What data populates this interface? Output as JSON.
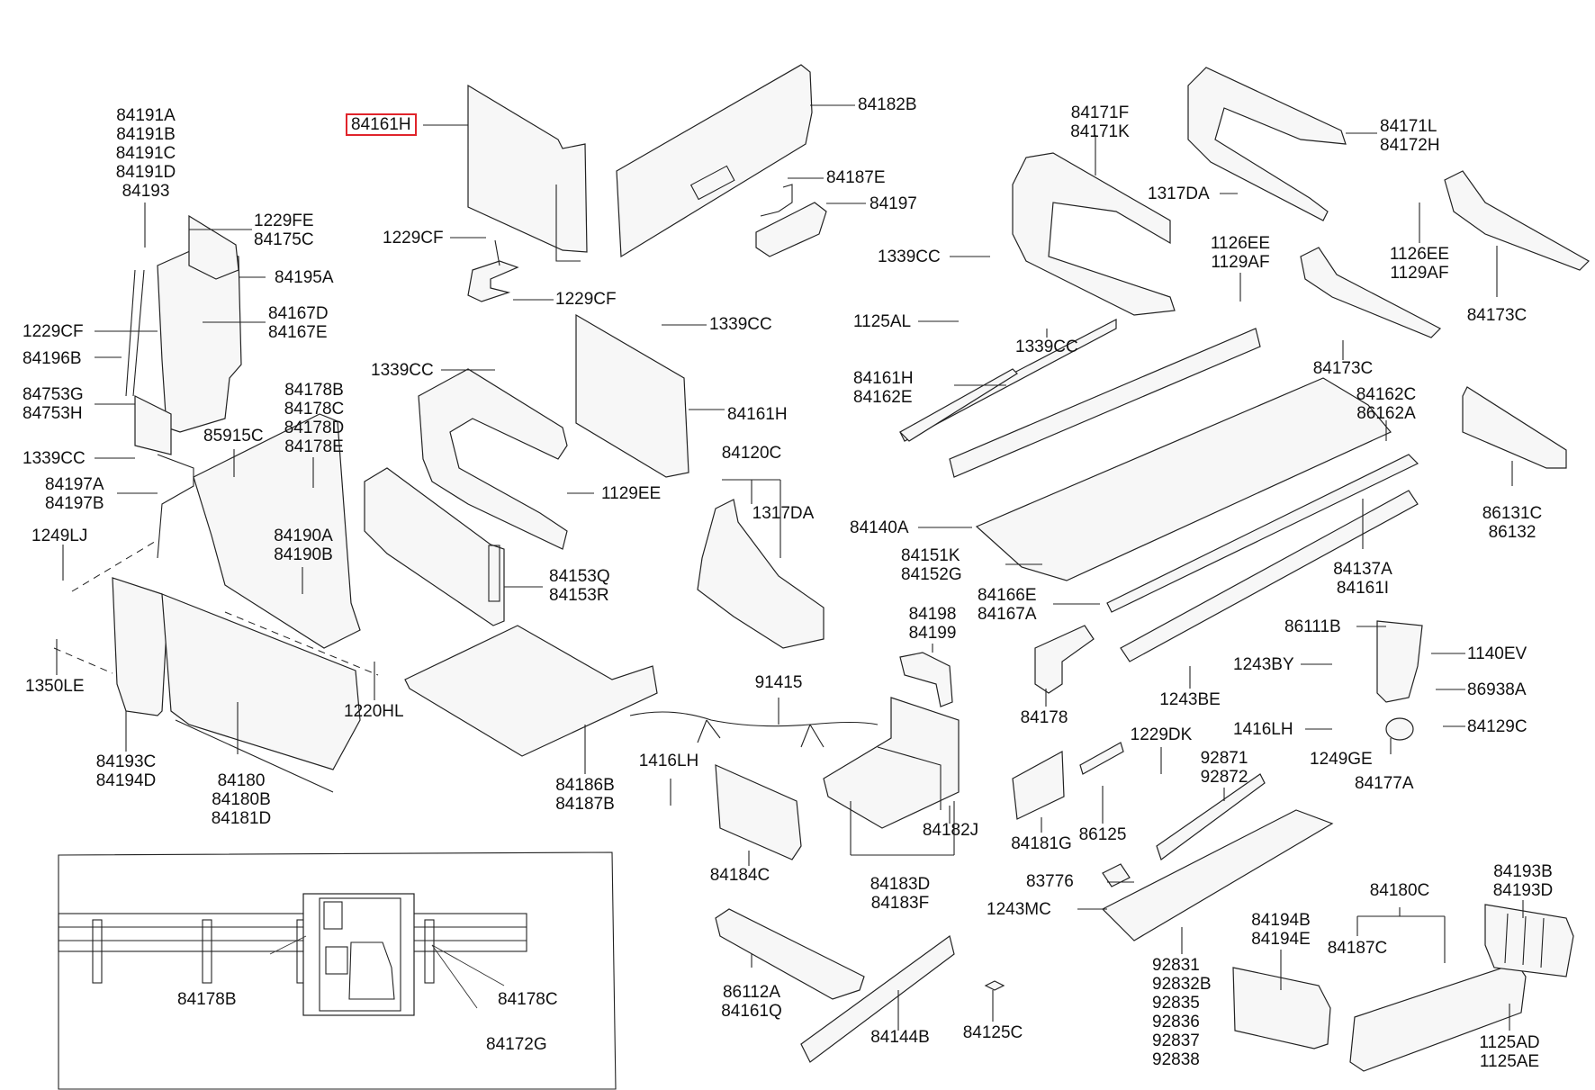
{
  "diagram": {
    "title": "Cargo / luggage compartment parts diagram",
    "highlight_color": "#e0242b",
    "highlighted_part": "84161H",
    "callouts": [
      {
        "id": "c01",
        "lines": [
          "84161H"
        ],
        "highlighted": true
      },
      {
        "id": "c02",
        "lines": [
          "84182B"
        ]
      },
      {
        "id": "c03",
        "lines": [
          "84187E"
        ]
      },
      {
        "id": "c04",
        "lines": [
          "84197"
        ]
      },
      {
        "id": "c05",
        "lines": [
          "84191A",
          "84191B",
          "84191C",
          "84191D",
          "84193"
        ]
      },
      {
        "id": "c06",
        "lines": [
          "1229FE",
          "84175C"
        ]
      },
      {
        "id": "c07",
        "lines": [
          "84195A"
        ]
      },
      {
        "id": "c08",
        "lines": [
          "84167D",
          "84167E"
        ]
      },
      {
        "id": "c09",
        "lines": [
          "1229CF"
        ]
      },
      {
        "id": "c10",
        "lines": [
          "84196B"
        ]
      },
      {
        "id": "c11",
        "lines": [
          "84753G",
          "84753H"
        ]
      },
      {
        "id": "c12",
        "lines": [
          "1339CC"
        ]
      },
      {
        "id": "c13",
        "lines": [
          "84197A",
          "84197B"
        ]
      },
      {
        "id": "c14",
        "lines": [
          "85915C"
        ]
      },
      {
        "id": "c15",
        "lines": [
          "84178B",
          "84178C",
          "84178D",
          "84178E"
        ]
      },
      {
        "id": "c16",
        "lines": [
          "1249LJ"
        ]
      },
      {
        "id": "c17",
        "lines": [
          "84190A",
          "84190B"
        ]
      },
      {
        "id": "c18",
        "lines": [
          "1350LE"
        ]
      },
      {
        "id": "c19",
        "lines": [
          "1220HL"
        ]
      },
      {
        "id": "c20",
        "lines": [
          "84193C",
          "84194D"
        ]
      },
      {
        "id": "c21",
        "lines": [
          "84180",
          "84180B",
          "84181D"
        ]
      },
      {
        "id": "c22",
        "lines": [
          "1229CF"
        ]
      },
      {
        "id": "c23",
        "lines": [
          "1229CF"
        ]
      },
      {
        "id": "c24",
        "lines": [
          "1339CC"
        ]
      },
      {
        "id": "c25",
        "lines": [
          "84161H"
        ]
      },
      {
        "id": "c26",
        "lines": [
          "1339CC"
        ]
      },
      {
        "id": "c27",
        "lines": [
          "1129EE"
        ]
      },
      {
        "id": "c28",
        "lines": [
          "84153Q",
          "84153R"
        ]
      },
      {
        "id": "c29",
        "lines": [
          "84120C"
        ]
      },
      {
        "id": "c30",
        "lines": [
          "1317DA"
        ]
      },
      {
        "id": "c31",
        "lines": [
          "84186B",
          "84187B"
        ]
      },
      {
        "id": "c32",
        "lines": [
          "91415"
        ]
      },
      {
        "id": "c33",
        "lines": [
          "1416LH"
        ]
      },
      {
        "id": "c34",
        "lines": [
          "84184C"
        ]
      },
      {
        "id": "c35",
        "lines": [
          "84198",
          "84199"
        ]
      },
      {
        "id": "c36",
        "lines": [
          "84182J"
        ]
      },
      {
        "id": "c37",
        "lines": [
          "84183D",
          "84183F"
        ]
      },
      {
        "id": "c38",
        "lines": [
          "86112A",
          "84161Q"
        ]
      },
      {
        "id": "c39",
        "lines": [
          "84144B"
        ]
      },
      {
        "id": "c40",
        "lines": [
          "84125C"
        ]
      },
      {
        "id": "c41",
        "lines": [
          "84171F",
          "84171K"
        ]
      },
      {
        "id": "c42",
        "lines": [
          "1317DA"
        ]
      },
      {
        "id": "c43",
        "lines": [
          "1339CC"
        ]
      },
      {
        "id": "c44",
        "lines": [
          "1126EE",
          "1129AF"
        ]
      },
      {
        "id": "c45",
        "lines": [
          "1125AL"
        ]
      },
      {
        "id": "c46",
        "lines": [
          "1339CC"
        ]
      },
      {
        "id": "c47",
        "lines": [
          "84161H",
          "84162E"
        ]
      },
      {
        "id": "c48",
        "lines": [
          "84140A"
        ]
      },
      {
        "id": "c49",
        "lines": [
          "84151K",
          "84152G"
        ]
      },
      {
        "id": "c50",
        "lines": [
          "84166E",
          "84167A"
        ]
      },
      {
        "id": "c51",
        "lines": [
          "84171L",
          "84172H"
        ]
      },
      {
        "id": "c52",
        "lines": [
          "1126EE",
          "1129AF"
        ]
      },
      {
        "id": "c53",
        "lines": [
          "84173C"
        ]
      },
      {
        "id": "c54",
        "lines": [
          "84173C"
        ]
      },
      {
        "id": "c55",
        "lines": [
          "84162C",
          "86162A"
        ]
      },
      {
        "id": "c56",
        "lines": [
          "86131C",
          "86132"
        ]
      },
      {
        "id": "c57",
        "lines": [
          "84137A",
          "84161I"
        ]
      },
      {
        "id": "c58",
        "lines": [
          "86111B"
        ]
      },
      {
        "id": "c59",
        "lines": [
          "1140EV"
        ]
      },
      {
        "id": "c60",
        "lines": [
          "1243BY"
        ]
      },
      {
        "id": "c61",
        "lines": [
          "86938A"
        ]
      },
      {
        "id": "c62",
        "lines": [
          "1243BE"
        ]
      },
      {
        "id": "c63",
        "lines": [
          "84178"
        ]
      },
      {
        "id": "c64",
        "lines": [
          "1416LH"
        ]
      },
      {
        "id": "c65",
        "lines": [
          "84129C"
        ]
      },
      {
        "id": "c66",
        "lines": [
          "1229DK"
        ]
      },
      {
        "id": "c67",
        "lines": [
          "1249GE"
        ]
      },
      {
        "id": "c68",
        "lines": [
          "84177A"
        ]
      },
      {
        "id": "c69",
        "lines": [
          "92871",
          "92872"
        ]
      },
      {
        "id": "c70",
        "lines": [
          "86125"
        ]
      },
      {
        "id": "c71",
        "lines": [
          "84181G"
        ]
      },
      {
        "id": "c72",
        "lines": [
          "83776"
        ]
      },
      {
        "id": "c73",
        "lines": [
          "1243MC"
        ]
      },
      {
        "id": "c74",
        "lines": [
          "92831",
          "92832B",
          "92835",
          "92836",
          "92837",
          "92838"
        ]
      },
      {
        "id": "c75",
        "lines": [
          "84193B",
          "84193D"
        ]
      },
      {
        "id": "c76",
        "lines": [
          "84180C"
        ]
      },
      {
        "id": "c77",
        "lines": [
          "84194B",
          "84194E"
        ]
      },
      {
        "id": "c78",
        "lines": [
          "84187C"
        ]
      },
      {
        "id": "c79",
        "lines": [
          "1125AD",
          "1125AE"
        ]
      }
    ],
    "inset": {
      "callouts": [
        {
          "id": "i1",
          "lines": [
            "84178B"
          ]
        },
        {
          "id": "i2",
          "lines": [
            "84178C"
          ]
        },
        {
          "id": "i3",
          "lines": [
            "84172G"
          ]
        }
      ]
    }
  }
}
